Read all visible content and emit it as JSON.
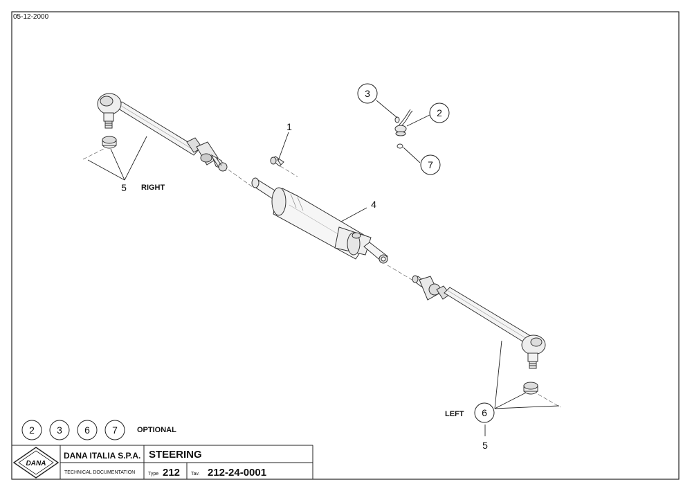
{
  "header": {
    "date": "05-12-2000"
  },
  "title_block": {
    "logo_text": "DANA",
    "company": "DANA ITALIA S.P.A.",
    "title": "STEERING",
    "tech_doc": "TECHNICAL  DOCUMENTATION",
    "type_label": "Type",
    "type_value": "212",
    "tav_label": "Tav.",
    "tav_value": "212-24-0001"
  },
  "labels": {
    "right": "RIGHT",
    "left": "LEFT",
    "optional": "OPTIONAL"
  },
  "callouts": {
    "c1": "1",
    "c2": "2",
    "c3": "3",
    "c4": "4",
    "c5_right": "5",
    "c6": "6",
    "c5_left": "5",
    "c7": "7"
  },
  "optional_items": [
    "2",
    "3",
    "6",
    "7"
  ]
}
